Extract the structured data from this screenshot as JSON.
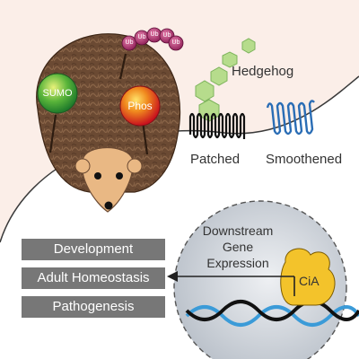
{
  "hedgehog": {
    "sumo_label": "SUMO",
    "phos_label": "Phos",
    "ub_chain": [
      "Ub",
      "Ub",
      "Ub",
      "Ub",
      "Ub"
    ]
  },
  "signaling": {
    "ligand_label": "Hedgehog",
    "receptor_label": "Patched",
    "transducer_label": "Smoothened"
  },
  "nucleus": {
    "expression_lines": [
      "Downstream",
      "Gene",
      "Expression"
    ],
    "transcription_factor_label": "CiA"
  },
  "outcomes": [
    "Development",
    "Adult Homeostasis",
    "Pathogenesis"
  ],
  "colors": {
    "background_pink": "#fbeee8",
    "nucleus_gray": "#c8ced6",
    "hexagon_green": "#b6dc8c",
    "ub_purple": "#b03e78",
    "cia_yellow": "#f3c32b",
    "dna_blue": "#3b9bd8",
    "outcome_box_gray": "#777777"
  }
}
